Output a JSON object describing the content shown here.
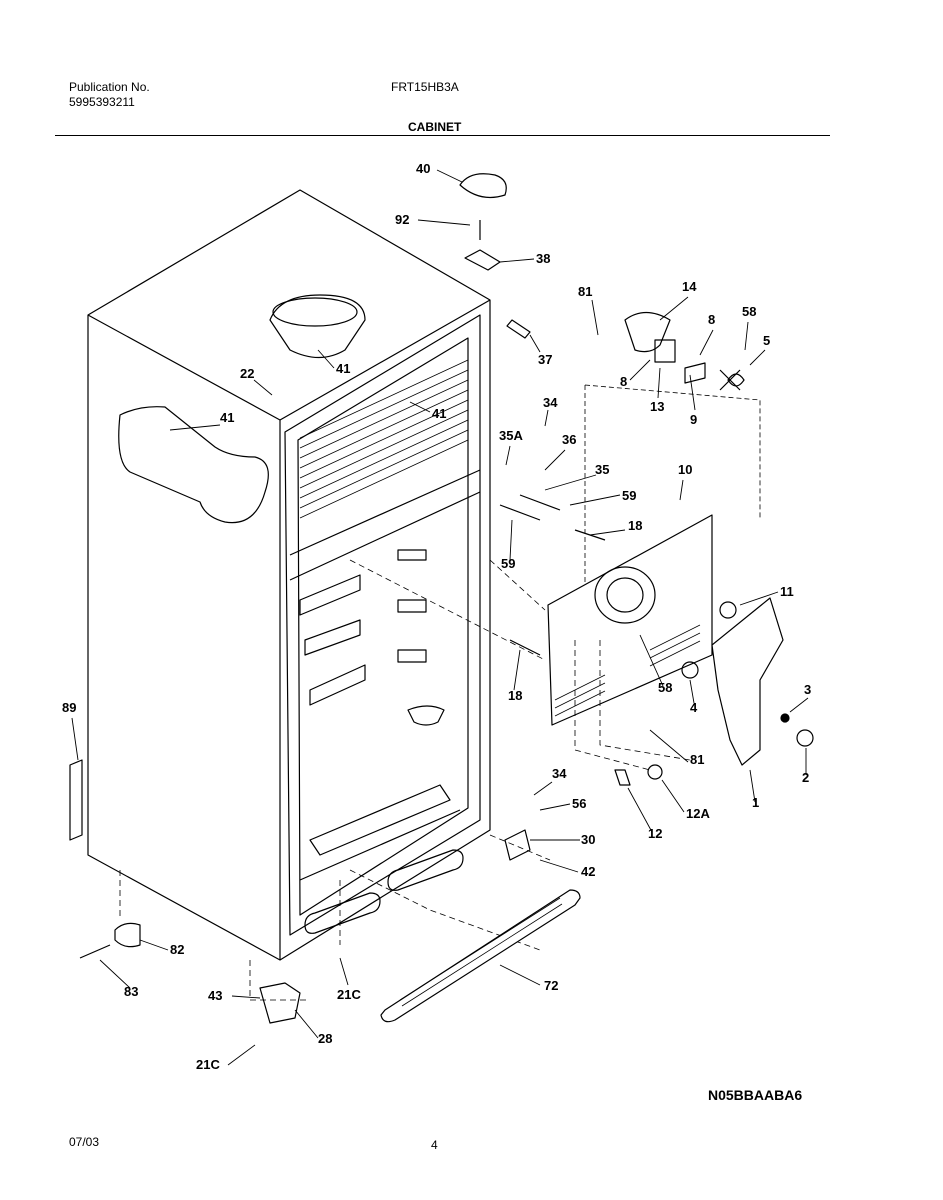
{
  "header": {
    "publication_label": "Publication No.",
    "publication_number": "5995393211",
    "model": "FRT15HB3A",
    "section_title": "CABINET"
  },
  "footer": {
    "diagram_code": "N05BBAABA6",
    "date": "07/03",
    "page_number": "4"
  },
  "callouts": {
    "c40": "40",
    "c92": "92",
    "c38": "38",
    "c81a": "81",
    "c14": "14",
    "c58a": "58",
    "c8a": "8",
    "c5": "5",
    "c8b": "8",
    "c13": "13",
    "c9": "9",
    "c37": "37",
    "c22": "22",
    "c41a": "41",
    "c41b": "41",
    "c41c": "41",
    "c34a": "34",
    "c35a": "35A",
    "c36": "36",
    "c35": "35",
    "c59a": "59",
    "c10": "10",
    "c18a": "18",
    "c59b": "59",
    "c11": "11",
    "c58b": "58",
    "c4": "4",
    "c3": "3",
    "c18b": "18",
    "c81b": "81",
    "c2": "2",
    "c1": "1",
    "c89": "89",
    "c34b": "34",
    "c56": "56",
    "c30": "30",
    "c12a": "12A",
    "c12": "12",
    "c42": "42",
    "c82": "82",
    "c83": "83",
    "c21c_a": "21C",
    "c72": "72",
    "c43": "43",
    "c28": "28",
    "c21c_b": "21C"
  }
}
